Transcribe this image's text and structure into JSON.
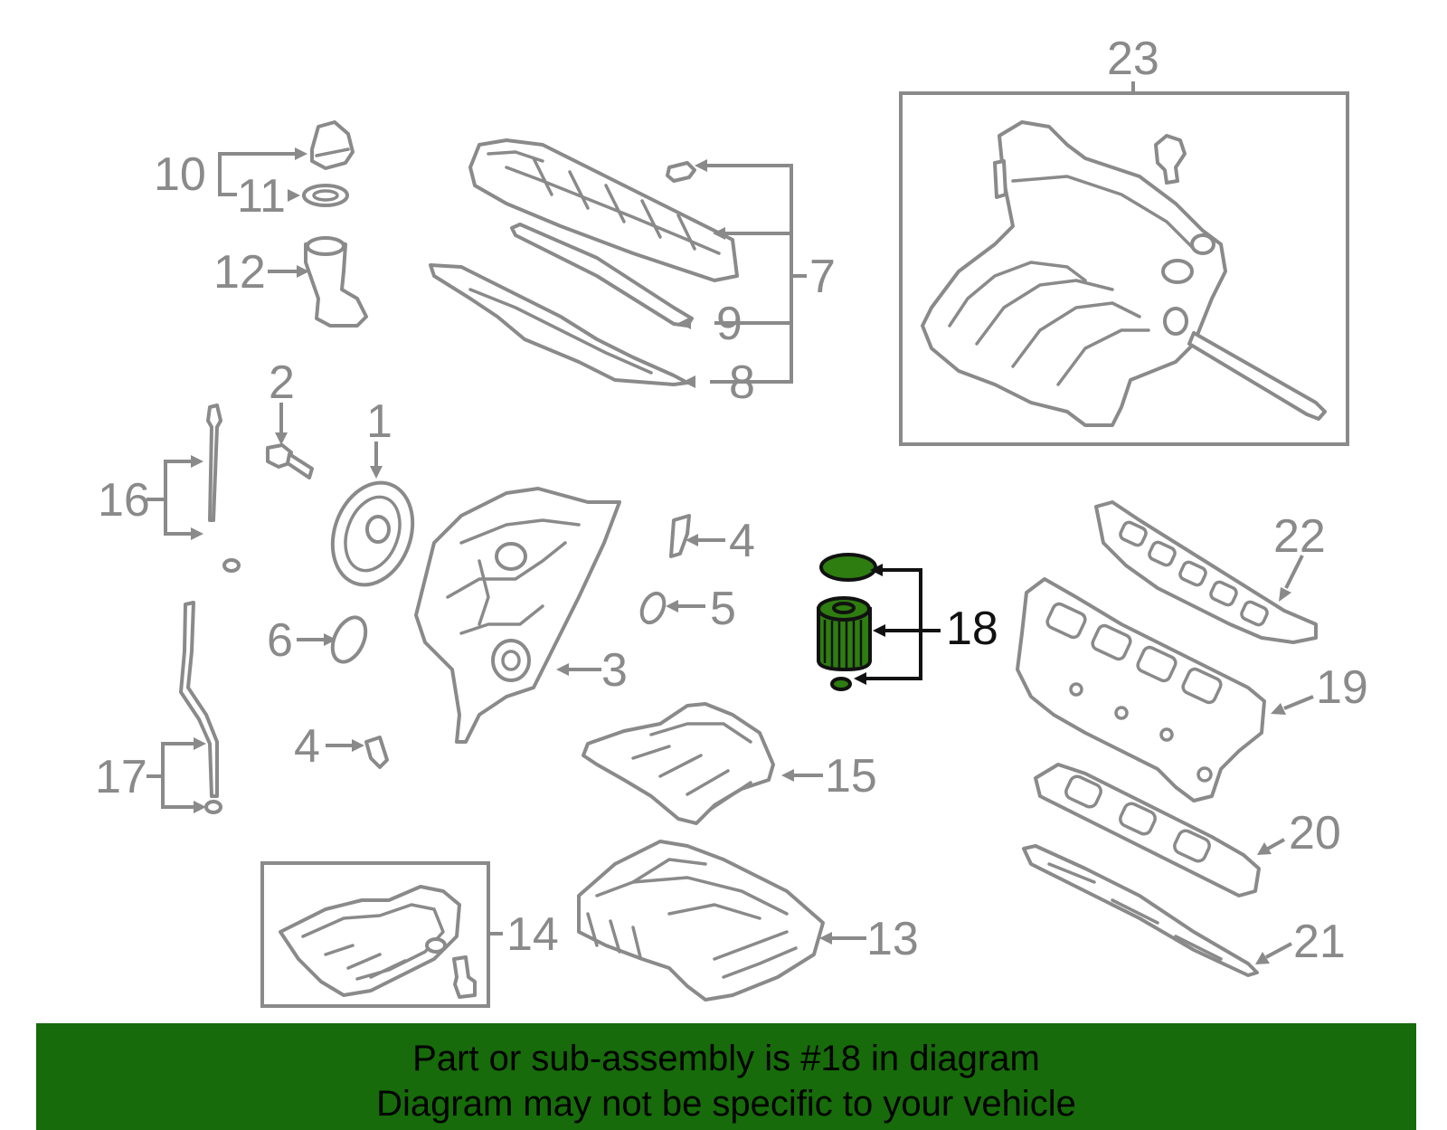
{
  "callouts": {
    "c1": "1",
    "c2": "2",
    "c3": "3",
    "c4a": "4",
    "c4b": "4",
    "c5": "5",
    "c6": "6",
    "c7": "7",
    "c8": "8",
    "c9": "9",
    "c10": "10",
    "c11": "11",
    "c12": "12",
    "c13": "13",
    "c14": "14",
    "c15": "15",
    "c16": "16",
    "c17": "17",
    "c18": "18",
    "c19": "19",
    "c20": "20",
    "c21": "21",
    "c22": "22",
    "c23": "23"
  },
  "highlight": {
    "part_number": "18",
    "color": "#2e7d10"
  },
  "banner": {
    "line1": "Part or sub-assembly is #18 in diagram",
    "line2": "Diagram may not be specific to your vehicle",
    "background": "#176b0a"
  },
  "colors": {
    "line_art": "#8a8a8a",
    "highlight_outline": "#111111"
  }
}
